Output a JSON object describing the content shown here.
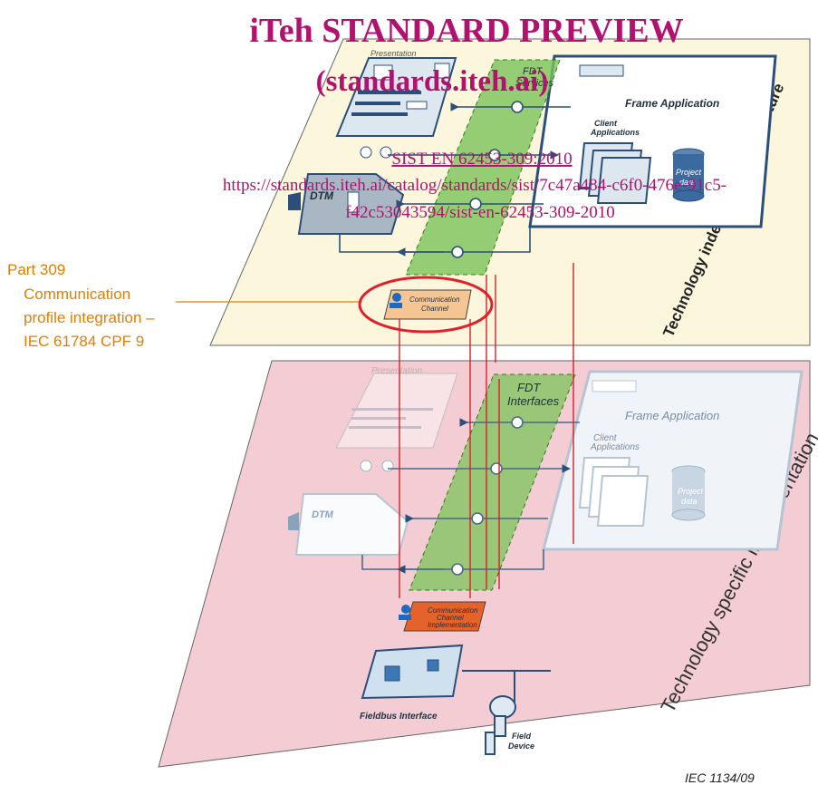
{
  "watermark": {
    "title": "iTeh STANDARD PREVIEW",
    "subtitle": "(standards.iteh.ai)",
    "doc_id": "SIST EN 62453-309:2010",
    "url_line1": "https://standards.iteh.ai/catalog/standards/sist/7c47a484-c6f0-476e-91c5-",
    "url_line2": "f42c53043594/sist-en-62453-309-2010"
  },
  "callout": {
    "part": "Part 309",
    "line1": "Communication",
    "line2": "profile integration –",
    "line3": "IEC 61784 CPF 9"
  },
  "upper_plane": {
    "side_label": "Technology independent Architecture",
    "presentation": "Presentation",
    "fdt_services_1": "FDT",
    "fdt_services_2": "Services",
    "frame_application": "Frame Application",
    "client_apps_1": "Client",
    "client_apps_2": "Applications",
    "project_data_1": "Project",
    "project_data_2": "data",
    "dtm": "DTM",
    "comm_channel_1": "Communication",
    "comm_channel_2": "Channel"
  },
  "lower_plane": {
    "side_label": "Technology specific implementation",
    "presentation": "Presentation",
    "fdt_interfaces_1": "FDT",
    "fdt_interfaces_2": "Interfaces",
    "frame_application": "Frame Application",
    "client_apps_1": "Client",
    "client_apps_2": "Applications",
    "project_data_1": "Project",
    "project_data_2": "data",
    "dtm": "DTM",
    "comm_impl_1": "Communication",
    "comm_impl_2": "Channel",
    "comm_impl_3": "Implementation",
    "fieldbus_interface": "Fieldbus Interface",
    "field_device_1": "Field",
    "field_device_2": "Device"
  },
  "figure_ref": "IEC 1134/09",
  "colors": {
    "upper_plane": "#fbf6dc",
    "lower_plane": "#f3cdd3",
    "fdt_band": "#7cc35a",
    "accent_orange": "#e07f00",
    "highlight_red": "#e0202a",
    "link_blue": "#2b4f7a",
    "watermark": "#b0126e"
  }
}
